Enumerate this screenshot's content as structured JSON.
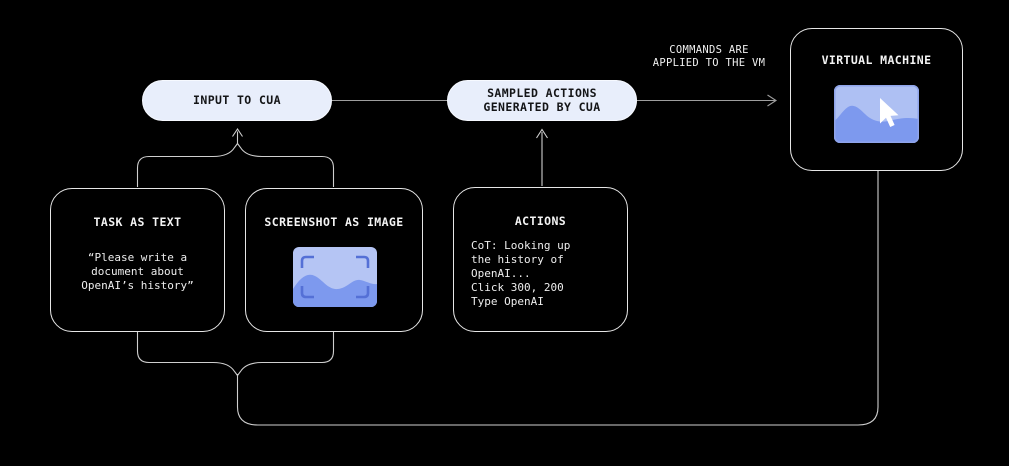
{
  "diagram": {
    "title_semantic": "cua-computer-use-loop-diagram",
    "background": "#000000",
    "nodes": {
      "input_to_cua": {
        "label": "INPUT TO CUA",
        "type": "pill"
      },
      "sampled_actions": {
        "label": "SAMPLED ACTIONS\nGENERATED BY CUA",
        "type": "pill"
      },
      "virtual_machine": {
        "title": "VIRTUAL MACHINE",
        "icon": "screen-with-cursor-icon"
      },
      "task_as_text": {
        "title": "TASK AS TEXT",
        "body": "“Please write a\ndocument about\nOpenAI’s history”"
      },
      "screenshot_as_image": {
        "title": "SCREENSHOT AS IMAGE",
        "icon": "screenshot-viewfinder-icon"
      },
      "actions": {
        "title": "ACTIONS",
        "body": "CoT: Looking up\nthe history of\nOpenAI...\nClick 300, 200\nType OpenAI"
      }
    },
    "edge_labels": {
      "commands_applied": "COMMANDS ARE\nAPPLIED TO THE VM"
    },
    "icons": {
      "vm_screen": "screen-with-cursor-icon",
      "screenshot": "screenshot-viewfinder-icon",
      "cursor": "mouse-cursor-icon"
    },
    "colors": {
      "pill_bg": "#e8eefb",
      "pill_text": "#141517",
      "node_border": "#e6e6e6",
      "connector_line": "#cfcfcf",
      "pill_connector_line": "#9e9e9e",
      "text_light": "#ededed",
      "thumb_bg": "#b5c5f4",
      "thumb_wave": "#7d99ee",
      "thumb_bracket": "#5470d6",
      "cursor_fill": "#ffffff"
    }
  }
}
